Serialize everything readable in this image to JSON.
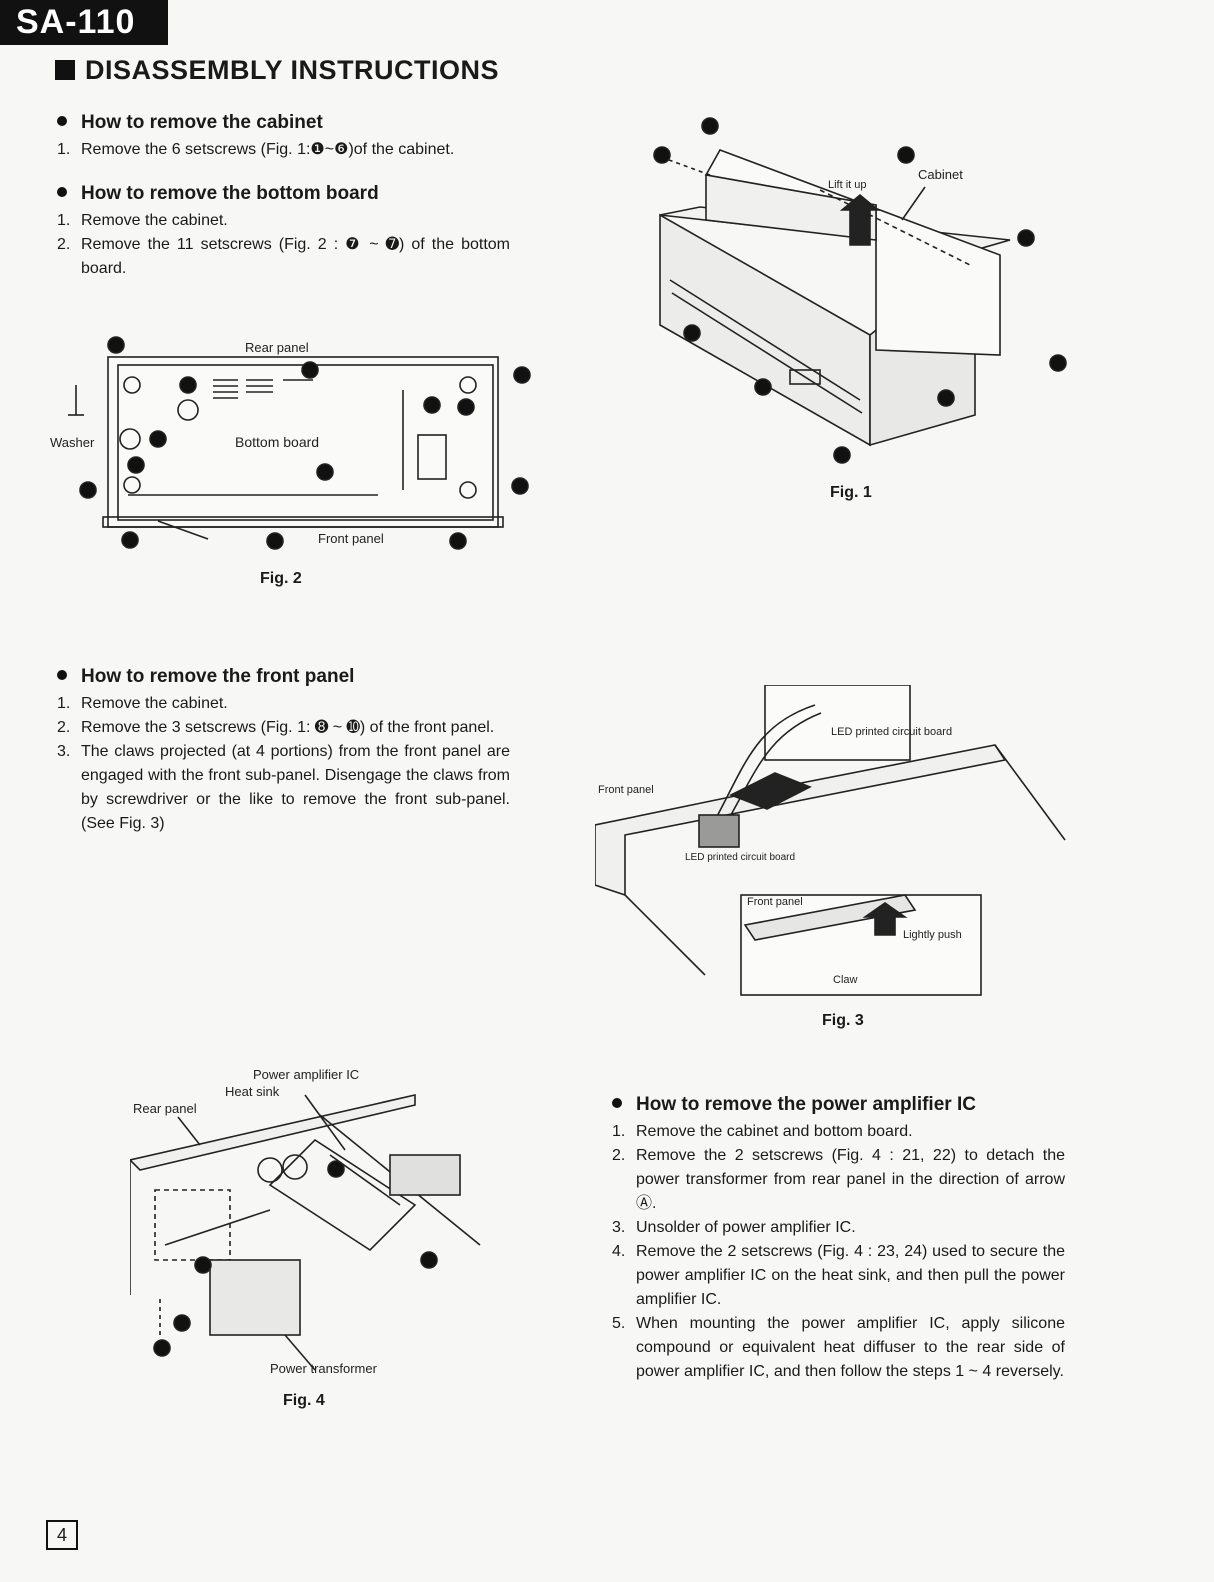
{
  "header": {
    "model": "SA-110",
    "section_title": "DISASSEMBLY INSTRUCTIONS"
  },
  "sections": {
    "cabinet": {
      "title": "How to remove the cabinet",
      "steps": [
        "Remove the 6 setscrews (Fig. 1:❶~❻)of the cabinet."
      ]
    },
    "bottom_board": {
      "title": "How to remove the bottom board",
      "steps": [
        "Remove the cabinet.",
        "Remove the 11 setscrews (Fig. 2 : ❼ ~ ➐) of the bottom board."
      ]
    },
    "front_panel": {
      "title": "How to remove the front panel",
      "steps": [
        "Remove the cabinet.",
        "Remove the 3 setscrews (Fig. 1: ➑ ~ ➓) of the front panel.",
        "The claws projected (at 4 portions) from the front panel are engaged with the front sub-panel. Disengage the claws from by screwdriver or the like to remove the front sub-panel. (See Fig. 3)"
      ]
    },
    "power_amp": {
      "title": "How to remove the power amplifier IC",
      "steps": [
        "Remove the cabinet and bottom board.",
        "Remove the 2 setscrews (Fig. 4 : 21, 22) to detach the power transformer from rear panel in the direction of arrow Ⓐ.",
        "Unsolder of power amplifier IC.",
        "Remove the 2 setscrews (Fig. 4 : 23, 24) used to secure the power amplifier IC on the heat sink, and then pull the power amplifier IC.",
        "When mounting the power amplifier IC, apply silicone compound or equivalent heat diffuser to the rear side of power amplifier IC, and then follow the steps 1 ~ 4 reversely."
      ]
    }
  },
  "figures": {
    "fig1": {
      "caption": "Fig. 1",
      "labels": {
        "cabinet": "Cabinet",
        "lift": "Lift it up"
      }
    },
    "fig2": {
      "caption": "Fig. 2",
      "labels": {
        "rear_panel": "Rear panel",
        "front_panel": "Front panel",
        "bottom_board": "Bottom board",
        "washer": "Washer"
      }
    },
    "fig3": {
      "caption": "Fig. 3",
      "labels": {
        "led_board_top": "LED printed circuit board",
        "led_board": "LED printed circuit board",
        "front_panel_left": "Front panel",
        "front_panel": "Front panel",
        "push": "Lightly push",
        "claw": "Claw"
      }
    },
    "fig4": {
      "caption": "Fig. 4",
      "labels": {
        "power_amp": "Power amplifier IC",
        "heat_sink": "Heat sink",
        "rear_panel": "Rear panel",
        "transformer": "Power transformer"
      }
    }
  },
  "page_number": "4"
}
